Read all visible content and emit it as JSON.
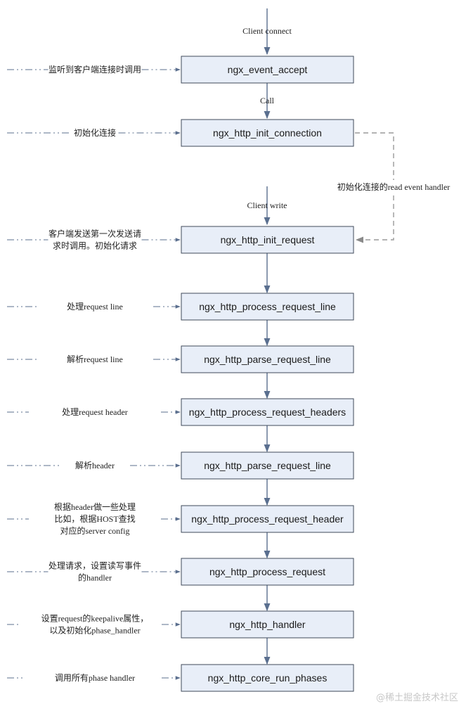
{
  "nodes": [
    {
      "id": "accept",
      "label": "ngx_event_accept"
    },
    {
      "id": "init_conn",
      "label": "ngx_http_init_connection"
    },
    {
      "id": "init_req",
      "label": "ngx_http_init_request"
    },
    {
      "id": "proc_line",
      "label": "ngx_http_process_request_line"
    },
    {
      "id": "parse_line",
      "label": "ngx_http_parse_request_line"
    },
    {
      "id": "proc_headers",
      "label": "ngx_http_process_request_headers"
    },
    {
      "id": "parse_line2",
      "label": "ngx_http_parse_request_line"
    },
    {
      "id": "proc_header",
      "label": "ngx_http_process_request_header"
    },
    {
      "id": "proc_req",
      "label": "ngx_http_process_request"
    },
    {
      "id": "handler",
      "label": "ngx_http_handler"
    },
    {
      "id": "run_phases",
      "label": "ngx_http_core_run_phases"
    }
  ],
  "notes": [
    {
      "node": "accept",
      "lines": [
        "监听到客户端连接时调用"
      ]
    },
    {
      "node": "init_conn",
      "lines": [
        "初始化连接"
      ]
    },
    {
      "node": "init_req",
      "lines": [
        "客户端发送第一次发送请",
        "求时调用。初始化请求"
      ]
    },
    {
      "node": "proc_line",
      "lines": [
        "处理request line"
      ]
    },
    {
      "node": "parse_line",
      "lines": [
        "解析request line"
      ]
    },
    {
      "node": "proc_headers",
      "lines": [
        "处理request header"
      ]
    },
    {
      "node": "parse_line2",
      "lines": [
        "解析header"
      ]
    },
    {
      "node": "proc_header",
      "lines": [
        "根据header做一些处理",
        "比如，根据HOST查找",
        "对应的server config"
      ]
    },
    {
      "node": "proc_req",
      "lines": [
        "处理请求，设置读写事件",
        "的handler"
      ]
    },
    {
      "node": "handler",
      "lines": [
        "设置request的keepalive属性，",
        "以及初始化phase_handler"
      ]
    },
    {
      "node": "run_phases",
      "lines": [
        "调用所有phase handler"
      ]
    }
  ],
  "edge_labels": {
    "client_connect": "Client connect",
    "call": "Call",
    "client_write": "Client write",
    "read_event_handler": "初始化连接的read event handler"
  },
  "watermark": "@稀土掘金技术社区"
}
